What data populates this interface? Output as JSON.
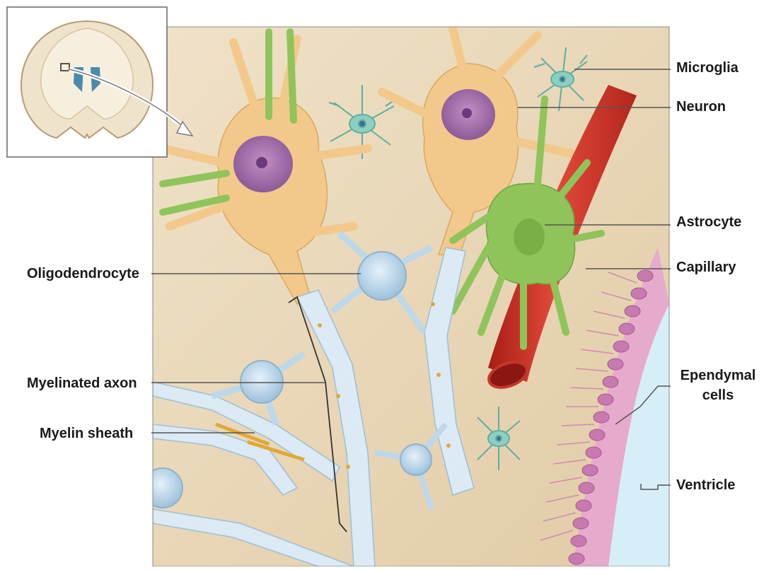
{
  "labels": {
    "microglia": "Microglia",
    "neuron": "Neuron",
    "astrocyte": "Astrocyte",
    "capillary": "Capillary",
    "oligodendrocyte": "Oligodendrocyte",
    "myelinated_axon": "Myelinated axon",
    "myelin_sheath": "Myelin sheath",
    "ependymal_line1": "Ependymal",
    "ependymal_line2": "cells",
    "ventricle": "Ventricle"
  },
  "colors": {
    "background_tissue": "#e8d6b8",
    "neuron": "#f2c98a",
    "neuron_nucleus": "#b07ab0",
    "astrocyte": "#8fc45a",
    "capillary": "#d8352a",
    "oligodendrocyte": "#bcd8ea",
    "myelin": "#dbeaf4",
    "axon_core": "#e0a83a",
    "ependymal": "#d98ac0",
    "ventricle": "#d6eef8",
    "microglia": "#8ccfc0",
    "leader_line": "#555555",
    "inset_brain": "#efe3cc",
    "inset_ventricle": "#4b8aa8"
  }
}
